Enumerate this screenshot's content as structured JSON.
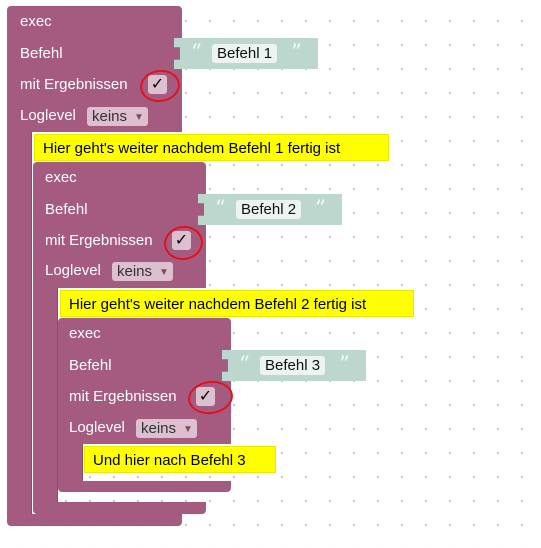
{
  "blocks": [
    {
      "name": "exec",
      "command_label": "Befehl",
      "results_label": "mit Ergebnissen",
      "results_value": "✓",
      "loglevel_label": "Loglevel",
      "loglevel_value": "keins",
      "command_value": "Befehl 1",
      "comment": "Hier geht's weiter nachdem Befehl 1 fertig ist"
    },
    {
      "name": "exec",
      "command_label": "Befehl",
      "results_label": "mit Ergebnissen",
      "results_value": "✓",
      "loglevel_label": "Loglevel",
      "loglevel_value": "keins",
      "command_value": "Befehl 2",
      "comment": "Hier geht's weiter nachdem Befehl 2 fertig ist"
    },
    {
      "name": "exec",
      "command_label": "Befehl",
      "results_label": "mit Ergebnissen",
      "results_value": "✓",
      "loglevel_label": "Loglevel",
      "loglevel_value": "keins",
      "command_value": "Befehl 3",
      "comment": "Und hier nach Befehl 3"
    }
  ],
  "quote_open": "“",
  "quote_close": "”",
  "dropdown_arrow": "▼",
  "colors": {
    "block": "#a55b80",
    "string": "#bcd8ce",
    "comment": "#ffff00",
    "highlight": "#e0131d"
  }
}
